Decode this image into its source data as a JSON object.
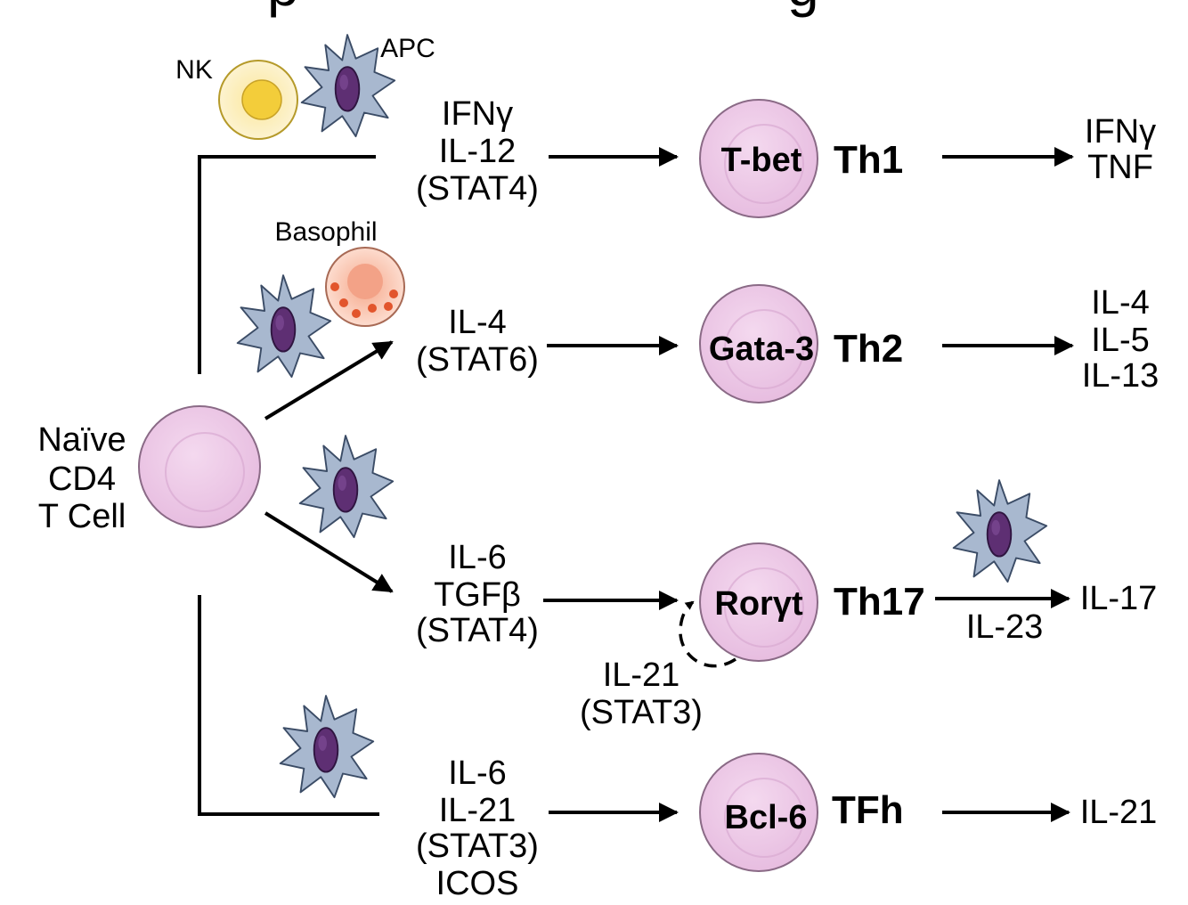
{
  "header": {
    "partial_title": "p",
    "partial_title_right": "g"
  },
  "naive_cell": {
    "lines": [
      "Naïve",
      "CD4",
      "T Cell"
    ]
  },
  "support_cells": {
    "nk": "NK",
    "apc": "APC",
    "basophil": "Basophil"
  },
  "colors": {
    "t_cell_fill": "#edc9e6",
    "t_cell_stroke": "#8a6a86",
    "apc_fill": "#a8b8cf",
    "apc_nucleus": "#5e2f73",
    "nk_fill": "#f6dc6a",
    "basophil_fill": "#f6b39a",
    "basophil_granule": "#e2552c"
  },
  "pathways": [
    {
      "id": "th1",
      "inducers": [
        "IFNγ",
        "IL-12",
        "(STAT4)"
      ],
      "transcription_factor": "T-bet",
      "subset": "Th1",
      "products": [
        "IFNγ",
        "TNF"
      ]
    },
    {
      "id": "th2",
      "inducers": [
        "IL-4",
        "(STAT6)"
      ],
      "transcription_factor": "Gata-3",
      "subset": "Th2",
      "products": [
        "IL-4",
        "IL-5",
        "IL-13"
      ]
    },
    {
      "id": "th17",
      "inducers": [
        "IL-6",
        "TGFβ",
        "(STAT4)"
      ],
      "transcription_factor": "Rorγt",
      "subset": "Th17",
      "products": [
        "IL-17"
      ],
      "arrow_label": "IL-23",
      "feedback": [
        "IL-21",
        "(STAT3)"
      ]
    },
    {
      "id": "tfh",
      "inducers": [
        "IL-6",
        "IL-21",
        "(STAT3)",
        "ICOS"
      ],
      "transcription_factor": "Bcl-6",
      "subset": "TFh",
      "products": [
        "IL-21"
      ]
    }
  ]
}
